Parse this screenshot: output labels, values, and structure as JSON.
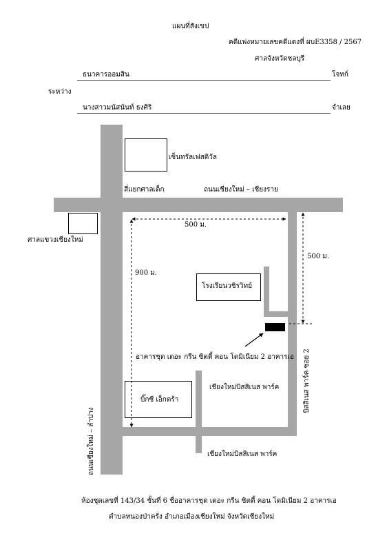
{
  "header": {
    "title": "แผนที่สังเขป",
    "case": "คดีแพ่งหมายเลขคดีแดงที่ ผบE3358 / 2567",
    "court": "ศาลจังหวัดชลบุรี",
    "plaintiff": "ธนาคารออมสิน",
    "plaintiff_role": "โจทก์",
    "between": "ระหว่าง",
    "defendant": "นางสาวมนัสนันท์ ธงศิริ",
    "defendant_role": "จำเลย"
  },
  "map": {
    "central_festival": "เซ็นทรัลเฟสติวัล",
    "intersection": "สี่แยกศาลเด็ก",
    "main_road": "ถนนเชียงใหม่ – เชียงราย",
    "court_label": "ศาลแขวงเชียงใหม่",
    "dist_horizontal": "500 ม.",
    "dist_right": "500 ม.",
    "dist_vertical": "900 ม.",
    "school": "โรงเรียนวชิรวิทย์",
    "condo_label": "อาคารชุด เดอะ กรีน ซิตตี้ คอน โดมิเนียม 2 อาคารเอ",
    "business_park_1": "เชียงใหม่บิสสิเนส พาร์ค",
    "business_park_2": "เชียงใหม่บิสสิเนส พาร์ค",
    "bigc": "บิ๊กซี เอ็กตร้า",
    "left_road": "ถนนเชียงใหม่ – ลำปาง",
    "right_road": "บิสสิเนส พาร์ค ซอย 2"
  },
  "footer": {
    "line1": "ห้องชุดเลขที่ 143/34 ชั้นที่ 6 ชื่ออาคารชุด เดอะ กรีน ซิตตี้ คอน โดมิเนียม 2 อาคารเอ",
    "line2": "ตำบลหนองป่าครั่ง อำเภอเมืองเชียงใหม่ จังหวัดเชียงใหม่"
  }
}
